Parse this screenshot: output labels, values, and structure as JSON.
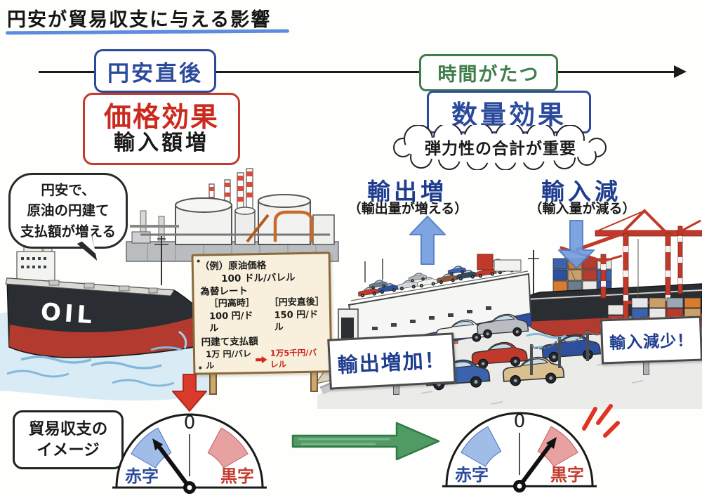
{
  "title": "円安が貿易収支に与える影響",
  "timeline": {
    "left": "円安直後",
    "right": "時間がたつ"
  },
  "price_effect": {
    "title": "価格効果",
    "subtitle": "輸入額増"
  },
  "quantity_effect": {
    "title": "数量効果",
    "note": "弾力性の合計が重要"
  },
  "oil_bubble": {
    "line1": "円安で、",
    "line2": "原油の円建て",
    "line3": "支払額が増える"
  },
  "signboard": {
    "example": "（例）原油価格",
    "oil_price": "100 ドル/バレル",
    "fx_title": "為替レート",
    "fx_left_label": "［円高時］",
    "fx_right_label": "［円安直後］",
    "fx_left_value": "100 円/ドル",
    "fx_right_value": "150 円/ドル",
    "payment_title": "円建て支払額",
    "payment_before": "1万 円/バレル",
    "payment_after": "1万5千円/バレル"
  },
  "export_effect": {
    "title": "輸出増",
    "subtitle": "（輸出量が増える）",
    "sign": "輸出増加！"
  },
  "import_effect": {
    "title": "輸入減",
    "subtitle": "（輸入量が減る）",
    "sign": "輸入減少！"
  },
  "gauge_label": {
    "line1": "貿易収支の",
    "line2": "イメージ"
  },
  "gauge_left": {
    "zero": "0",
    "deficit": "赤字",
    "surplus": "黒字"
  },
  "gauge_right": {
    "zero": "0",
    "deficit": "赤字",
    "surplus": "黒字"
  },
  "tanker": {
    "hull_text": "OIL"
  },
  "colors": {
    "blue": "#2b4a9b",
    "green": "#3f7d4a",
    "red": "#c43b2e",
    "arrow_blue": "#6f9ce0",
    "gauge_deficit": "#8fb1e4",
    "gauge_surplus": "#e49090"
  }
}
